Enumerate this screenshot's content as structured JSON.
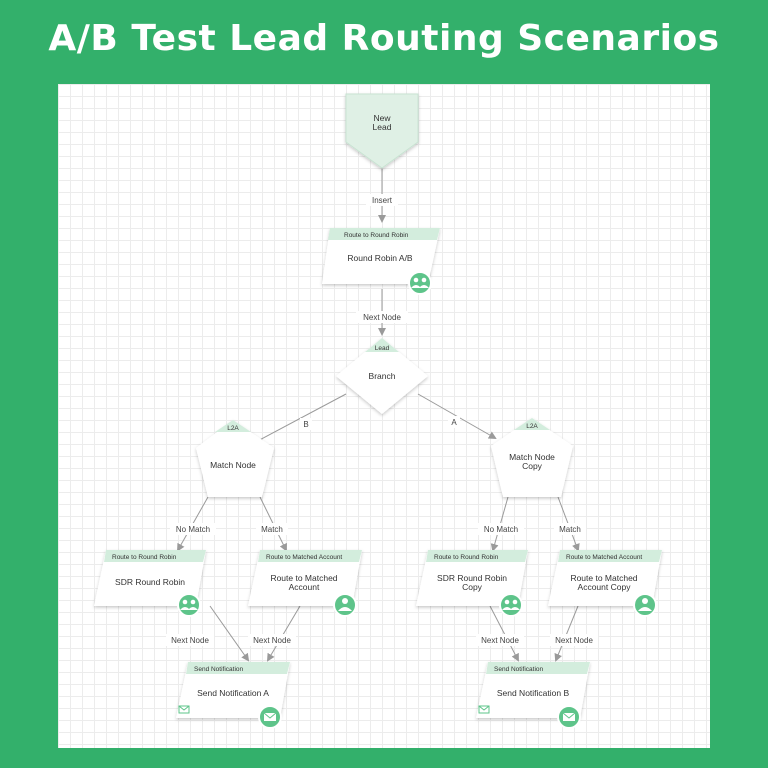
{
  "title": "A/B Test Lead Routing Scenarios",
  "colors": {
    "background": "#33b06b",
    "node_fill": "#ffffff",
    "start_fill": "#dff0e5",
    "header_fill": "#d3eddd",
    "icon_fill": "#5ec48a",
    "edge": "#9a9a9a"
  },
  "nodes": {
    "new_lead": {
      "line1": "New",
      "line2": "Lead"
    },
    "round_robin_ab": {
      "header": "Route to Round Robin",
      "label": "Round Robin A/B",
      "icon": "people-icon"
    },
    "branch": {
      "header": "Lead",
      "label": "Branch"
    },
    "match_node": {
      "header": "L2A",
      "line1": "Match Node",
      "line2": ""
    },
    "match_node_copy": {
      "header": "L2A",
      "line1": "Match Node",
      "line2": "Copy"
    },
    "sdr_rr": {
      "header": "Route to Round Robin",
      "line1": "SDR Round Robin",
      "line2": "",
      "icon": "people-icon"
    },
    "matched_account": {
      "header": "Route to Matched Account",
      "line1": "Route to Matched",
      "line2": "Account",
      "icon": "person-icon"
    },
    "sdr_rr_copy": {
      "header": "Route to Round Robin",
      "line1": "SDR Round Robin",
      "line2": "Copy",
      "icon": "people-icon"
    },
    "matched_account_copy": {
      "header": "Route to Matched Account",
      "line1": "Route to Matched",
      "line2": "Account Copy",
      "icon": "person-icon"
    },
    "notify_a": {
      "header": "Send Notification",
      "label": "Send Notification A",
      "icon": "envelope-icon"
    },
    "notify_b": {
      "header": "Send Notification",
      "label": "Send Notification B",
      "icon": "envelope-icon"
    }
  },
  "edges": {
    "insert": "Insert",
    "next_node_1": "Next Node",
    "b": "B",
    "a": "A",
    "no_match_left": "No Match",
    "match_left": "Match",
    "no_match_right": "No Match",
    "match_right": "Match",
    "next_node_2": "Next Node",
    "next_node_3": "Next Node",
    "next_node_4": "Next Node",
    "next_node_5": "Next Node"
  }
}
